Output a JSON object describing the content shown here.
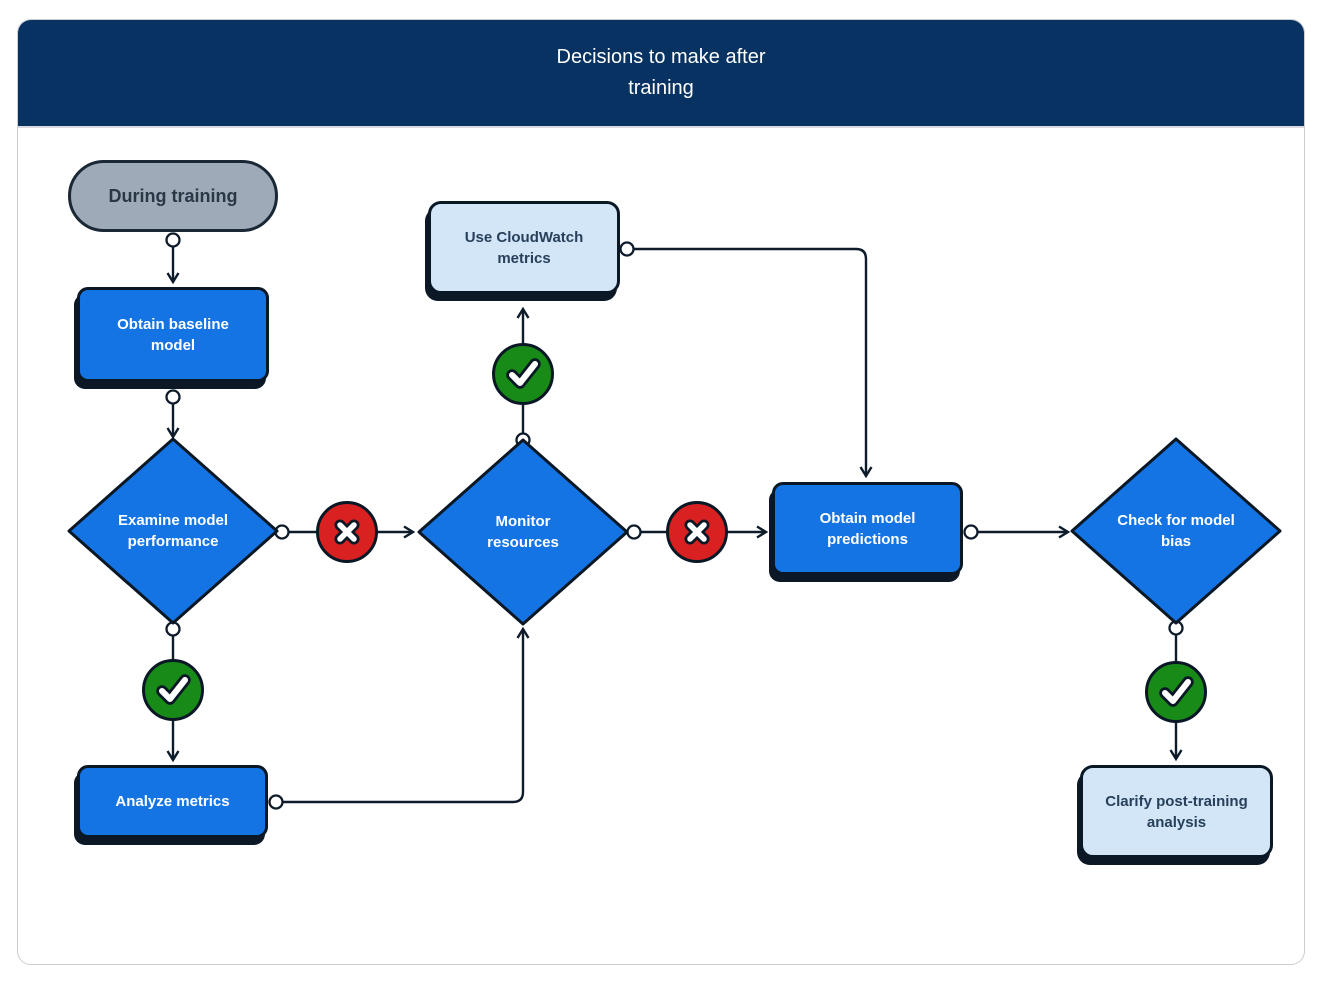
{
  "header": {
    "title": "Decisions to make after training"
  },
  "nodes": {
    "during_training": {
      "label": "During training",
      "shape": "terminator"
    },
    "obtain_baseline_model": {
      "label": "Obtain baseline model",
      "shape": "process"
    },
    "examine_model_performance": {
      "label": "Examine model performance",
      "shape": "decision"
    },
    "analyze_metrics": {
      "label": "Analyze metrics",
      "shape": "process"
    },
    "monitor_resources": {
      "label": "Monitor resources",
      "shape": "decision"
    },
    "use_cloudwatch_metrics": {
      "label": "Use CloudWatch metrics",
      "shape": "info"
    },
    "obtain_model_predictions": {
      "label": "Obtain model predictions",
      "shape": "process"
    },
    "check_for_model_bias": {
      "label": "Check for model bias",
      "shape": "decision"
    },
    "clarify_post_training_analysis": {
      "label": "Clarify post-training analysis",
      "shape": "info"
    }
  },
  "markers": {
    "pass": "check-icon",
    "fail": "x-icon"
  },
  "edges": [
    {
      "from": "during_training",
      "to": "obtain_baseline_model"
    },
    {
      "from": "obtain_baseline_model",
      "to": "examine_model_performance"
    },
    {
      "from": "examine_model_performance",
      "to": "monitor_resources",
      "marker": "fail"
    },
    {
      "from": "examine_model_performance",
      "to": "analyze_metrics",
      "marker": "pass"
    },
    {
      "from": "analyze_metrics",
      "to": "monitor_resources"
    },
    {
      "from": "monitor_resources",
      "to": "use_cloudwatch_metrics",
      "marker": "pass"
    },
    {
      "from": "monitor_resources",
      "to": "obtain_model_predictions",
      "marker": "fail"
    },
    {
      "from": "use_cloudwatch_metrics",
      "to": "obtain_model_predictions"
    },
    {
      "from": "obtain_model_predictions",
      "to": "check_for_model_bias"
    },
    {
      "from": "check_for_model_bias",
      "to": "clarify_post_training_analysis",
      "marker": "pass"
    }
  ],
  "colors": {
    "header_bg": "#073261",
    "process_fill": "#1474e4",
    "decision_fill": "#1474e4",
    "info_fill": "#d2e6f8",
    "terminator_fill": "#9faab8",
    "pass_fill": "#178a17",
    "fail_fill": "#d92121",
    "shape_stroke": "#0a1826",
    "wire": "#0d1b2b",
    "shadow": "#0d1826"
  }
}
